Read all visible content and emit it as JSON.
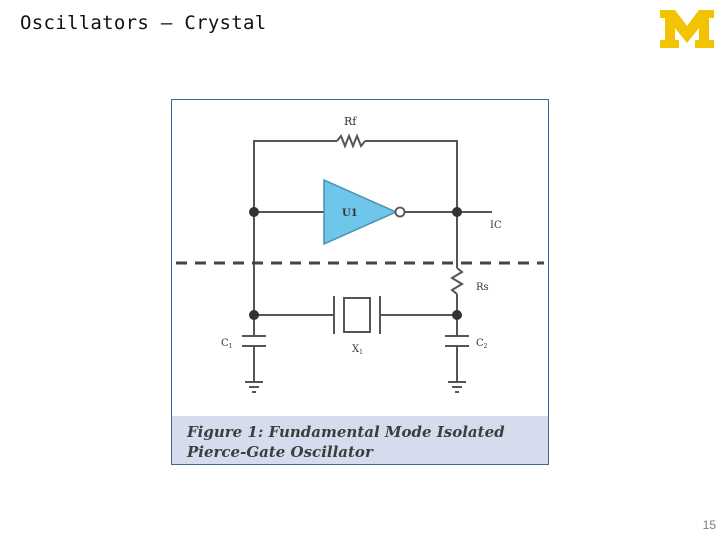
{
  "slide": {
    "title": "Oscillators – Crystal",
    "page_number": "15"
  },
  "logo": {
    "icon": "block-m-logo",
    "color": "#f2c300"
  },
  "figure": {
    "caption_line1": "Figure 1: Fundamental Mode Isolated",
    "caption_line2": "Pierce-Gate Oscillator",
    "labels": {
      "feedback_resistor": "Rf",
      "amplifier": "U1",
      "output": "IC",
      "series_resistor": "Rs",
      "crystal": "X",
      "crystal_sub": "1",
      "cap_left": "C",
      "cap_left_sub": "1",
      "cap_right": "C",
      "cap_right_sub": "2"
    },
    "colors": {
      "amplifier_fill": "#6ec6ea",
      "wire": "#555555",
      "caption_bg": "#d5dced"
    }
  }
}
